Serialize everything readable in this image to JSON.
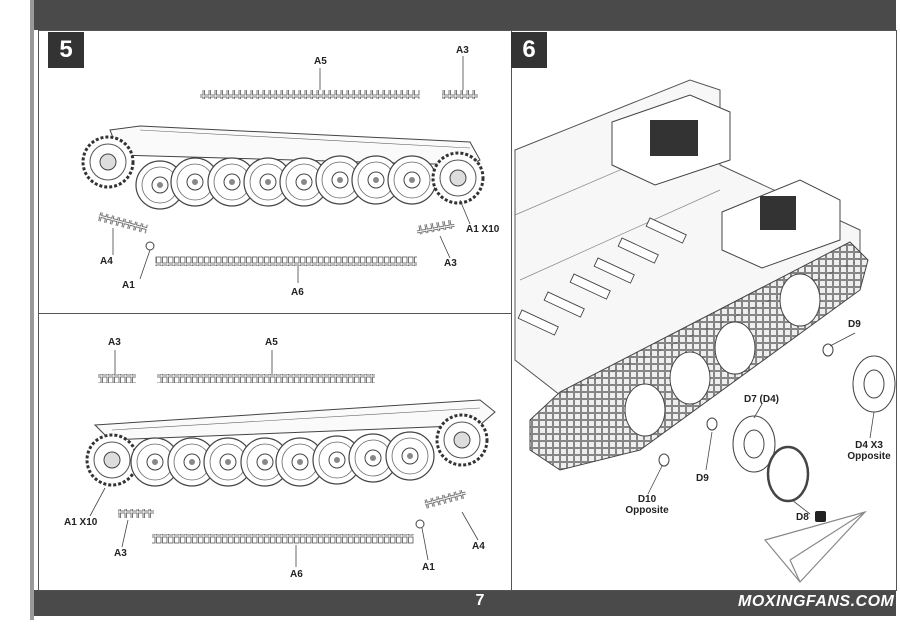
{
  "page_number": "7",
  "watermark": "MOXINGFANS.COM",
  "steps": [
    {
      "number": "5",
      "labels": [
        "A5",
        "A3",
        "A1 X10",
        "A4",
        "A3",
        "A1",
        "A6"
      ]
    },
    {
      "number": "",
      "labels": [
        "A3",
        "A5",
        "A1 X10",
        "A3",
        "A6",
        "A1",
        "A4"
      ]
    },
    {
      "number": "6",
      "labels": [
        "D9",
        "D7 (D4)",
        "D4 X3",
        "Opposite",
        "D9",
        "D10",
        "Opposite",
        "D8"
      ]
    }
  ],
  "icons": [
    "paper-plane-logo-icon",
    "glue-icon"
  ]
}
